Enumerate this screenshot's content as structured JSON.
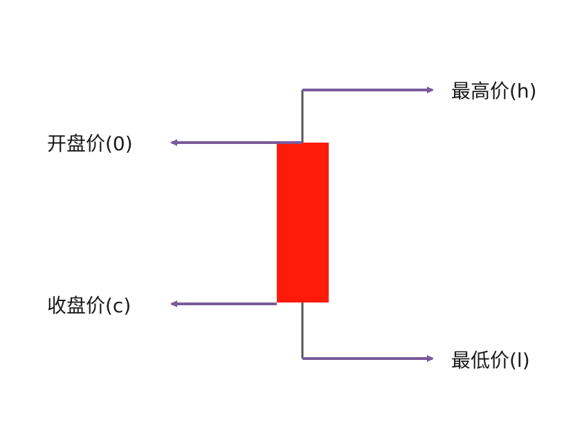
{
  "labels": {
    "high": "最高价(h)",
    "open": "开盘价(0)",
    "close": "收盘价(c)",
    "low": "最低价(l)"
  },
  "colors": {
    "candle_body": "#ff1a0a",
    "arrow": "#7a5a9a",
    "wick": "#555555",
    "text": "#1a1a1a"
  }
}
